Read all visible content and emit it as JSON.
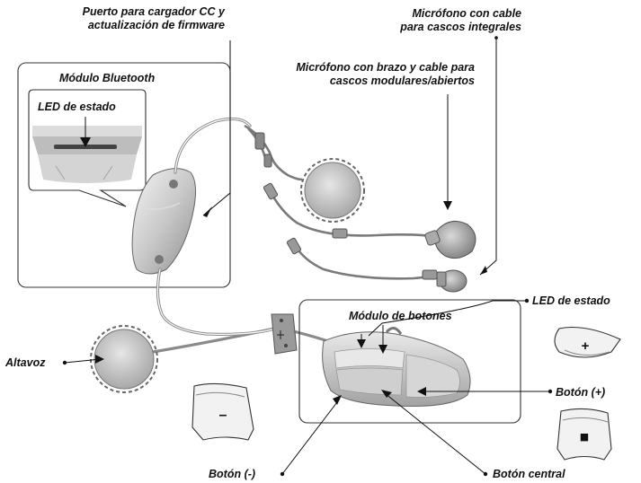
{
  "labels": {
    "dc_port": [
      "Puerto para cargador CC y",
      "actualización de firmware"
    ],
    "wired_mic_integral": [
      "Micrófono con cable",
      "para cascos integrales"
    ],
    "boom_mic_modular": [
      "Micrófono con brazo y cable para",
      "cascos modulares/abiertos"
    ],
    "bluetooth_module": "Módulo Bluetooth",
    "led_status_top": "LED de estado",
    "led_status_right": "LED de estado",
    "button_module": "Módulo de botones",
    "speaker": "Altavoz",
    "button_plus": "Botón (+)",
    "button_minus": "Botón (-)",
    "button_center": "Botón central"
  },
  "button_symbols": {
    "plus": "+",
    "minus": "–",
    "center": "■"
  }
}
